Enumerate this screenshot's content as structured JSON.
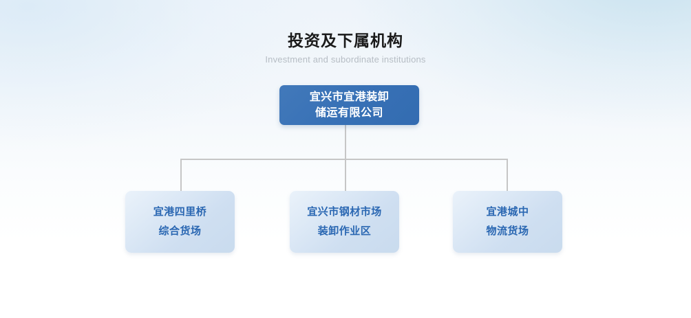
{
  "heading": {
    "title_cn": "投资及下属机构",
    "title_en": "Investment and subordinate institutions"
  },
  "org_chart": {
    "root": {
      "name": "宜兴市宜港装卸储运有限公司",
      "display_text": "宜兴市宜港装卸\n储运有限公司",
      "bg_color": "#3871b6",
      "text_color": "#ffffff"
    },
    "children": [
      {
        "name": "宜港四里桥综合货场",
        "display_text": "宜港四里桥\n综合货场",
        "bg_color": "#cfdff1",
        "text_color": "#2a67b2"
      },
      {
        "name": "宜兴市钢材市场装卸作业区",
        "display_text": "宜兴市钢材市场\n装卸作业区",
        "bg_color": "#cfdff1",
        "text_color": "#2a67b2"
      },
      {
        "name": "宜港城中物流货场",
        "display_text": "宜港城中\n物流货场",
        "bg_color": "#cfdff1",
        "text_color": "#2a67b2"
      }
    ],
    "connector_color": "#c6c6c6"
  }
}
